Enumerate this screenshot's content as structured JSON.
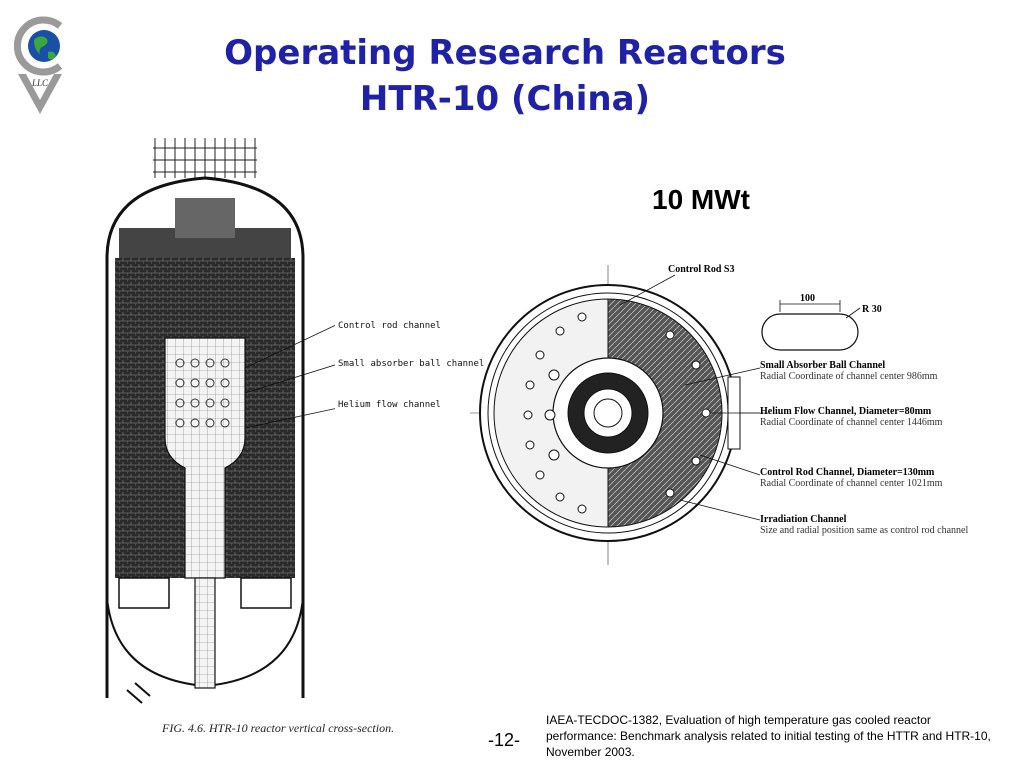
{
  "logo": {
    "text": "LLC"
  },
  "title": {
    "line1": "Operating Research Reactors",
    "line2": "HTR-10 (China)"
  },
  "power": "10 MWt",
  "vessel_figure": {
    "labels": [
      "Control rod channel",
      "Small absorber ball channel",
      "Helium flow channel"
    ],
    "caption": "FIG. 4.6. HTR-10 reactor vertical cross-section."
  },
  "plan_figure": {
    "control_rod": "Control Rod S3",
    "dim_width": "100",
    "dim_radius": "R 30",
    "labels": [
      {
        "title": "Small Absorber Ball Channel",
        "sub": "Radial Coordinate of channel center 986mm"
      },
      {
        "title": "Helium Flow Channel, Diameter=80mm",
        "sub": "Radial Coordinate of channel center 1446mm"
      },
      {
        "title": "Control Rod Channel, Diameter=130mm",
        "sub": "Radial Coordinate of channel center 1021mm"
      },
      {
        "title": "Irradiation Channel",
        "sub": "Size and radial position same as control rod channel"
      }
    ]
  },
  "footer": {
    "page_number": "-12-",
    "reference": "IAEA-TECDOC-1382, Evaluation of high temperature gas cooled reactor performance: Benchmark analysis related to initial testing of the HTTR and HTR-10, November 2003."
  }
}
